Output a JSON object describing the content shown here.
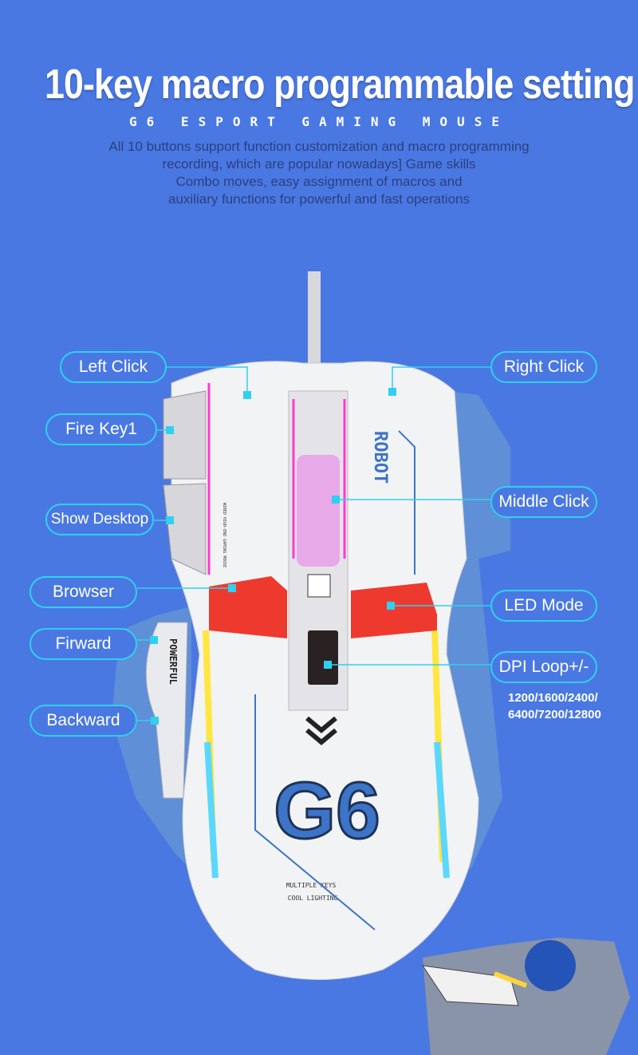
{
  "header": {
    "title": "10-key macro programmable setting",
    "subtitle": "G6 ESPORT GAMING MOUSE",
    "description": [
      "All 10 buttons support function customization and macro programming",
      "recording, which are popular nowadays] Game skills",
      "Combo moves, easy assignment of macros and",
      "auxiliary functions for powerful and fast operations"
    ]
  },
  "labels": {
    "left_click": "Left Click",
    "right_click": "Right Click",
    "fire_key1": "Fire Key1",
    "show_desktop": "Show Desktop",
    "middle_click": "Middle Click",
    "browser": "Browser",
    "led_mode": "LED Mode",
    "forward": "Firward",
    "dpi_loop": "DPI Loop+/-",
    "backward": "Backward"
  },
  "dpi_values": [
    "1200/1600/2400/",
    "6400/7200/12800"
  ],
  "mouse_print": {
    "logo": "G6",
    "side_left": "POWERFUL",
    "side_right": "ROBOT",
    "bottom_line1": "MULTIPLE KEYS",
    "bottom_line2": "COOL LIGHTING",
    "small_text": "WIRED HIGH-END GAMING MOUSE"
  },
  "colors": {
    "background": "#4a78e2",
    "callout": "#2fd0f0",
    "mouse_body": "#f2f3f5",
    "mouse_side": "#5f8fd6",
    "accent_red": "#ee3a2e"
  }
}
